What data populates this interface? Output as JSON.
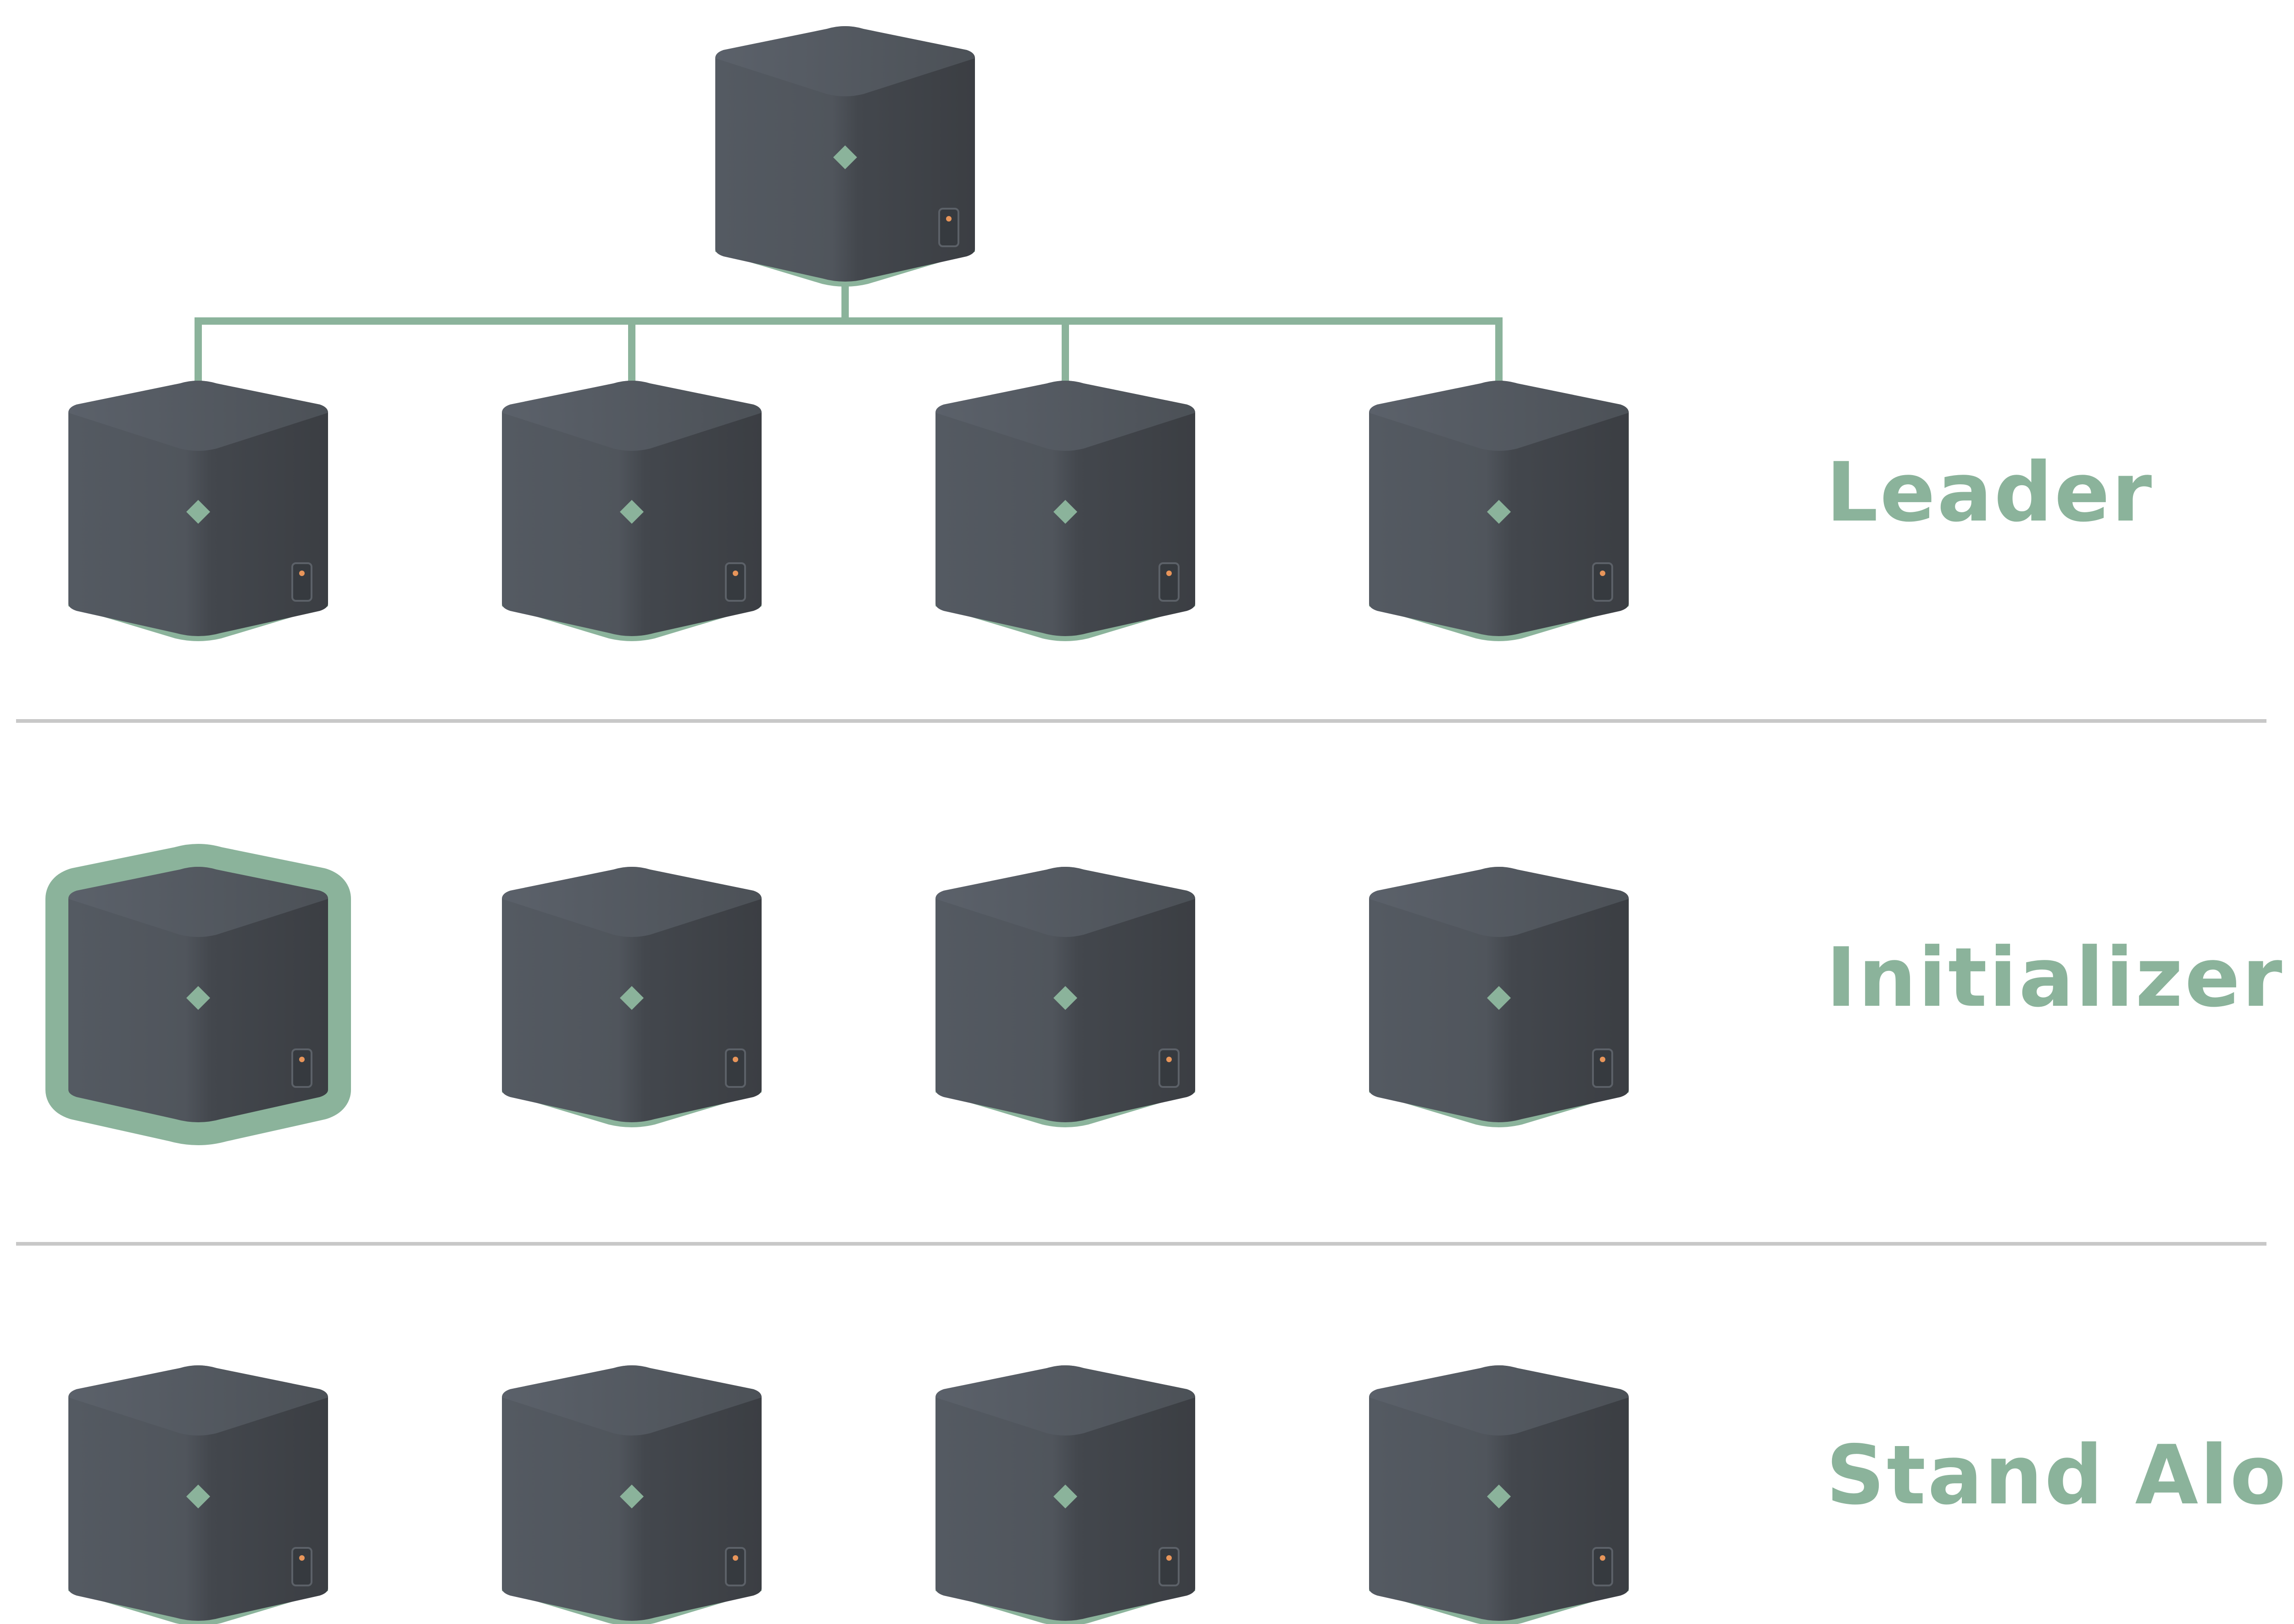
{
  "colors": {
    "accent": "#8bb39b",
    "device_face_light": "#535961",
    "device_face_dark": "#3d4045",
    "device_top": "#5a6068",
    "status_light": "#e8955a",
    "divider": "#c8c8c8"
  },
  "icons": {
    "device": "cube-router-icon",
    "indicator": "diamond-led-icon",
    "port": "port-icon"
  },
  "sections": [
    {
      "id": "leader",
      "label": "Leader",
      "leader_device": true,
      "device_count": 4,
      "highlighted_device_index": null
    },
    {
      "id": "initializer",
      "label": "Initializer",
      "leader_device": false,
      "device_count": 4,
      "highlighted_device_index": 0
    },
    {
      "id": "standalone",
      "label": "Stand Alone",
      "leader_device": false,
      "device_count": 4,
      "highlighted_device_index": null
    }
  ]
}
